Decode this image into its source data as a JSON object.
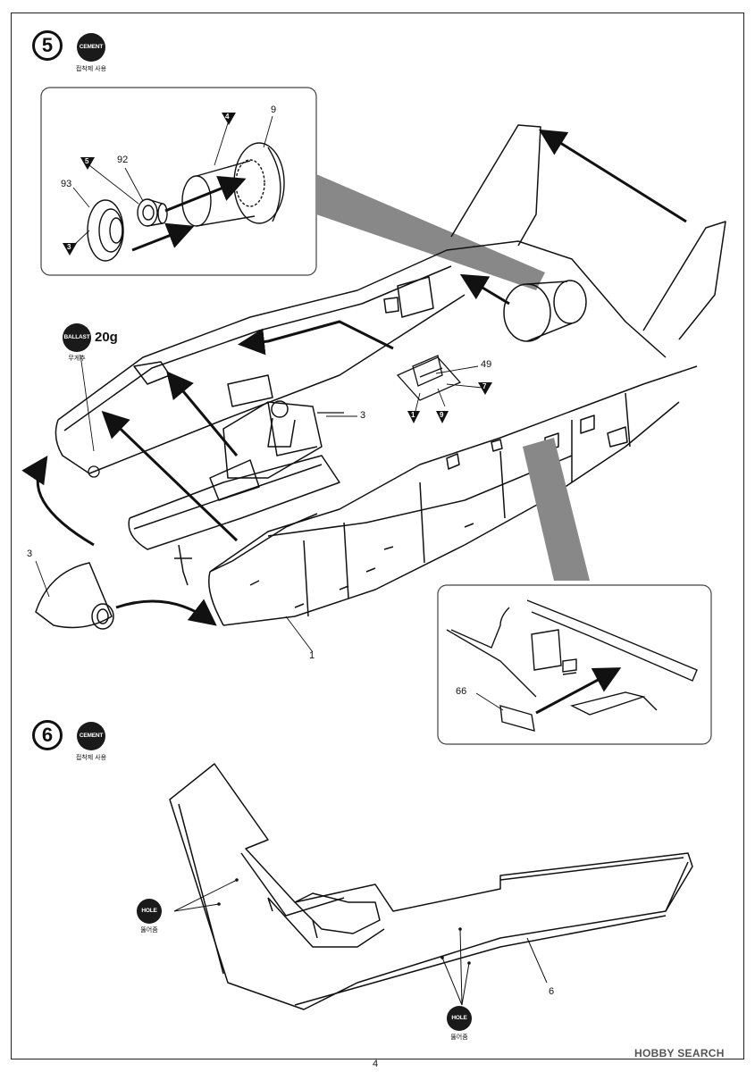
{
  "step5": {
    "number": "5",
    "cement_badge": "CEMENT",
    "cement_caption": "접착제 사용",
    "ballast_badge": "BALLAST",
    "ballast_caption": "무게추",
    "ballast_weight": "20g",
    "inset_labels": {
      "part9": "9",
      "part92": "92",
      "part93": "93",
      "tri4": "4",
      "tri5": "5",
      "tri3": "3"
    },
    "main_labels": {
      "part49": "49",
      "part3_seat": "3",
      "part3_nose": "3",
      "part1": "1",
      "tri1": "1",
      "tri9": "9",
      "tri7": "7"
    },
    "inset2_labels": {
      "part66": "66"
    }
  },
  "step6": {
    "number": "6",
    "cement_badge": "CEMENT",
    "cement_caption": "접착제 사용",
    "hole_badge": "HOLE",
    "hole_caption": "뚫어줌",
    "part6": "6"
  },
  "footer": {
    "page_number": "4",
    "watermark": "HOBBY SEARCH"
  },
  "colors": {
    "ink": "#111111",
    "shade": "#808080",
    "paper": "#ffffff"
  }
}
